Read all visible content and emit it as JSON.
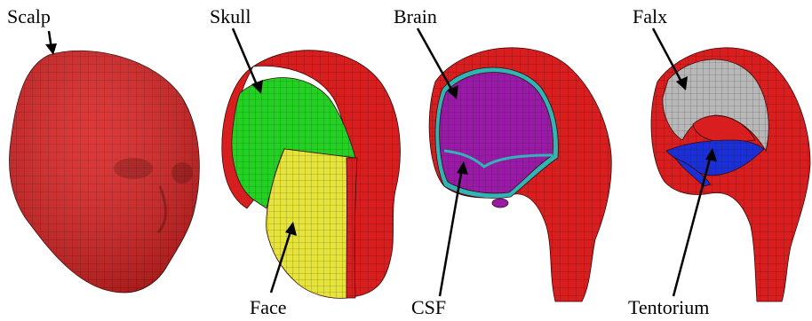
{
  "labels": {
    "scalp": "Scalp",
    "skull": "Skull",
    "brain": "Brain",
    "falx": "Falx",
    "face": "Face",
    "csf": "CSF",
    "tentorium": "Tentorium"
  },
  "colors": {
    "scalp": "#d81e1e",
    "skull": "#22d122",
    "face": "#e6e33a",
    "brain": "#9a1aa8",
    "csf": "#2fb5b5",
    "falx": "#b8b8b8",
    "tentorium": "#1a2fd6",
    "mesh": "#3a0808"
  }
}
